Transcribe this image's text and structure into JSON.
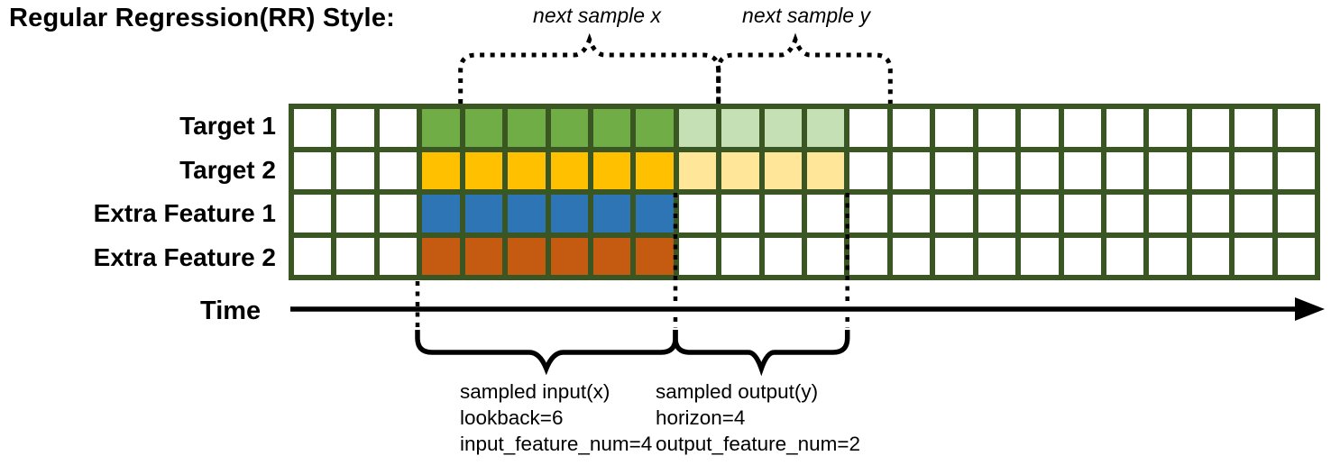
{
  "title": "Regular Regression(RR) Style:",
  "annotations": {
    "next_sample_x": "next sample x",
    "next_sample_y": "next sample y"
  },
  "rows": [
    {
      "label": "Target 1",
      "fill": "#70AD47",
      "light_fill": "#C5E0B4"
    },
    {
      "label": "Target 2",
      "fill": "#FFC000",
      "light_fill": "#FFE699"
    },
    {
      "label": "Extra Feature 1",
      "fill": "#2E75B6",
      "light_fill": null
    },
    {
      "label": "Extra Feature 2",
      "fill": "#C55A11",
      "light_fill": null
    }
  ],
  "grid": {
    "columns": 24,
    "input_start_col": 3,
    "lookback": 6,
    "horizon": 4,
    "border_color": "#3A5623",
    "empty_fill": "#FFFFFF"
  },
  "time_axis": {
    "label": "Time"
  },
  "sample_x": {
    "line1": "sampled input(x)",
    "line2": "lookback=6",
    "line3": "input_feature_num=4"
  },
  "sample_y": {
    "line1": "sampled output(y)",
    "line2": "horizon=4",
    "line3": "output_feature_num=2"
  },
  "colors": {
    "ink": "#000000"
  }
}
